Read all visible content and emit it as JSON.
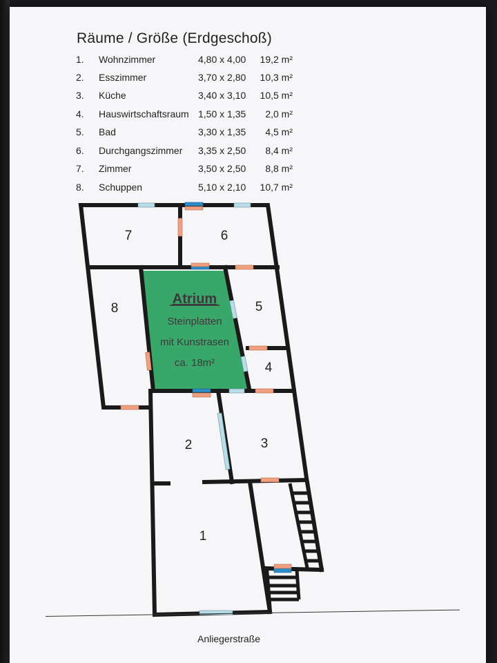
{
  "title": "Räume / Größe (Erdgeschoß)",
  "rooms": [
    {
      "num": "1.",
      "name": "Wohnzimmer",
      "dim": "4,80 x 4,00",
      "area": "19,2 m²"
    },
    {
      "num": "2.",
      "name": "Esszimmer",
      "dim": "3,70 x 2,80",
      "area": "10,3 m²"
    },
    {
      "num": "3.",
      "name": "Küche",
      "dim": "3,40 x 3,10",
      "area": "10,5 m²"
    },
    {
      "num": "4.",
      "name": "Hauswirtschaftsraum",
      "dim": "1,50 x 1,35",
      "area": "2,0 m²"
    },
    {
      "num": "5.",
      "name": "Bad",
      "dim": "3,30 x 1,35",
      "area": "4,5 m²"
    },
    {
      "num": "6.",
      "name": "Durchgangszimmer",
      "dim": "3,35 x 2,50",
      "area": "8,4 m²"
    },
    {
      "num": "7.",
      "name": "Zimmer",
      "dim": "3,50 x 2,50",
      "area": "8,8 m²"
    },
    {
      "num": "8.",
      "name": "Schuppen",
      "dim": "5,10 x 2,10",
      "area": "10,7 m²"
    }
  ],
  "plan": {
    "labels": {
      "r1": "1",
      "r2": "2",
      "r3": "3",
      "r4": "4",
      "r5": "5",
      "r6": "6",
      "r7": "7",
      "r8": "8"
    },
    "atrium": {
      "title": "Atrium",
      "line1": "Steinplatten",
      "line2": "mit Kunstrasen",
      "line3": "ca. 18m²"
    },
    "colors": {
      "wall": "#1a1a1a",
      "atrium": "#3aa76a",
      "door": "#f0a080",
      "window": "#b8dde8",
      "window_blue": "#2a8fc8"
    }
  },
  "street": "Anliegerstraße"
}
